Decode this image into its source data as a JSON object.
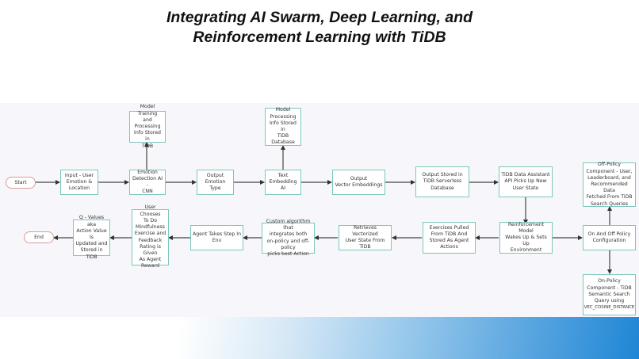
{
  "title": {
    "line1": "Integrating AI Swarm, Deep Learning, and",
    "line2": "Reinforcement Learning with TiDB"
  },
  "colors": {
    "node_border": "#7cc6bd",
    "terminal_border": "#d99a9a",
    "panel_bg": "#f7f7fb",
    "arrow": "#333333",
    "gradient_end": "#1f86d5"
  },
  "nodes": {
    "start": "Start",
    "input": "Input - User\nEmotion &\nLocation",
    "emotion_detection": "Emotion\nDetection AI -\nCNN",
    "model_training": "Model Training\nand Processing\nInfo Stored in\nTiDB",
    "output_emotion": "Output\nEmotion Type",
    "text_embedding": "Text\nEmbedding AI",
    "model_processing": "Model\nProcessing\nInfo Stored in\nTiDB\nDatabase",
    "output_vectors": "Output\nVector Embeddings",
    "output_stored": "Output Stored in\nTiDB Serverless\nDatabase",
    "tidb_assistant": "TiDB Data Assistant\nAPI Picks Up New\nUser State",
    "off_policy": "Off-Policy\nComponent - User,\nLeaderboard, and\nRecommended Data\nFetched From TiDB\nSearch Queries",
    "policy_config": "On And Off Policy\nConfiguration",
    "on_policy": "On-Policy\nComponent  - TiDB\nSemantic Search\nQuery using",
    "on_policy_fn": "VEC_COSINE_DISTANCE",
    "rl_model": "Reinforcement Model\nWakes Up & Sets Up\nEnvironment",
    "exercises": "Exercises Pulled\nFrom TiDB And\nStored As Agent\nActions",
    "retrieves": "Retrieves Vectorized\nUser State From TiDB",
    "custom_algo": "Custom algorithm that\nintegrates both\non-policy and off-policy\npicks best Action",
    "agent_step": "Agent Takes Step In\nEnv",
    "user_chooses": "User Chooses\nTo Do\nMindfulness\nExercise and\nFeedback\nRating is Given\nAs Agent\nReward",
    "q_values": "Q - Values aka\nAction Value Is\nUpdated and\nStored in TiDB",
    "end": "End"
  }
}
